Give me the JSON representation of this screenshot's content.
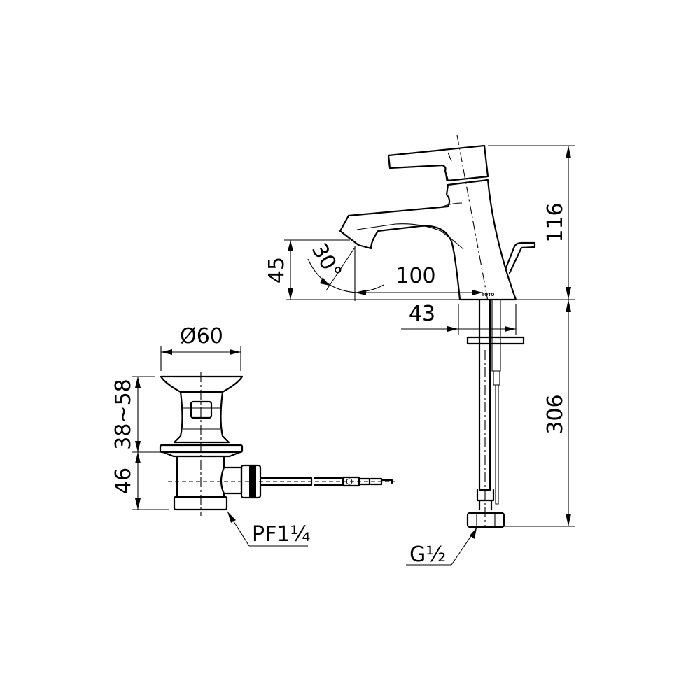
{
  "drawing": {
    "faucet": {
      "height_above_deck": "116",
      "spout_height": "45",
      "spout_reach": "100",
      "spout_angle": "30°",
      "base_width": "43",
      "hose_length": "306",
      "hose_thread": "G½",
      "brand_mark": "TOTO"
    },
    "drain": {
      "diameter": "Ø60",
      "height_range": "38~58",
      "lower_height": "46",
      "thread": "PF1¼"
    }
  }
}
